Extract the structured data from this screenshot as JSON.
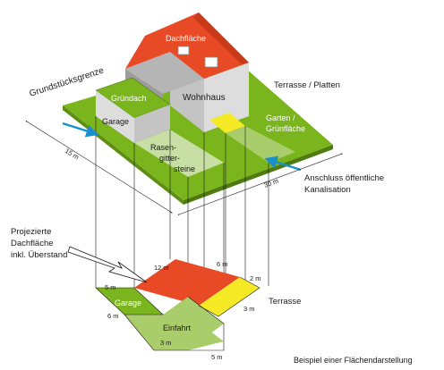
{
  "labels": {
    "grundstuecksgrenze": "Grundstücksgrenze",
    "dachflaeche": "Dachfläche",
    "gruendach": "Gründach",
    "wohnhaus": "Wohnhaus",
    "garage_top": "Garage",
    "terrasse_platten": "Terrasse / Platten",
    "garten_1": "Garten /",
    "garten_2": "Grünfläche",
    "rasen_1": "Rasen-",
    "rasen_2": "gitter-",
    "rasen_3": "steine",
    "anschluss_1": "Anschluss öffentliche",
    "anschluss_2": "Kanalisation",
    "projiziert_1": "Projezierte",
    "projiziert_2": "Dachfläche",
    "projiziert_3": "inkl. Überstand",
    "garage_bottom": "Garage",
    "einfahrt": "Einfahrt",
    "terrasse": "Terrasse",
    "caption": "Beispiel einer Flächendarstellung"
  },
  "dimensions": {
    "d15": "15 m",
    "d30": "30 m",
    "d12": "12 m",
    "d6a": "6 m",
    "d5a": "5 m",
    "d2": "2 m",
    "d3a": "3 m",
    "d6b": "6 m",
    "d3b": "3 m",
    "d5b": "5 m"
  },
  "colors": {
    "green": "#7ab51d",
    "green_light": "#a9cd6a",
    "green_pale": "#c7dea5",
    "red": "#e84a25",
    "yellow": "#f6ea27",
    "grey_light": "#dddddd",
    "grey_mid": "#c4c4c4",
    "grey_dark": "#9c9c9c",
    "blue": "#1a8fcc"
  }
}
